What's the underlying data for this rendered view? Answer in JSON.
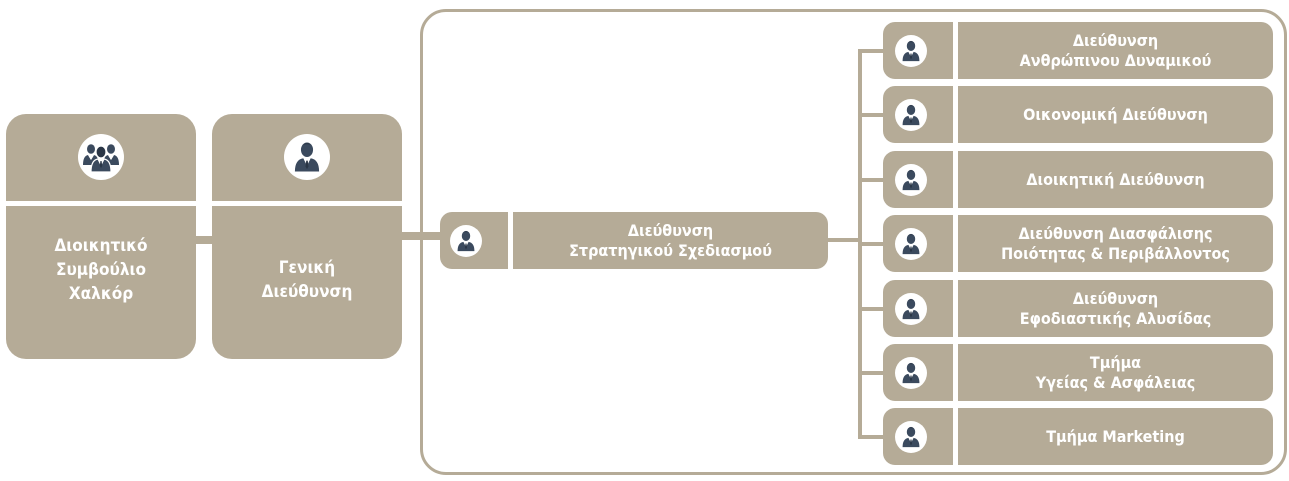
{
  "colors": {
    "accent": "#b5ab97",
    "icon": "#3b4a5e",
    "background": "#ffffff"
  },
  "board": {
    "label": "Διοικητικό\nΣυμβούλιο\nΧαλκόρ",
    "icon": "team-icon"
  },
  "general": {
    "label": "Γενική\nΔιεύθυνση",
    "icon": "person-icon"
  },
  "strategic": {
    "label": "Διεύθυνση\nΣτρατηγικού Σχεδιασμού",
    "icon": "person-icon"
  },
  "departments": [
    {
      "label": "Διεύθυνση\nΑνθρώπινου Δυναμικού",
      "icon": "person-icon"
    },
    {
      "label": "Οικονομική Διεύθυνση",
      "icon": "person-icon"
    },
    {
      "label": "Διοικητική Διεύθυνση",
      "icon": "person-icon"
    },
    {
      "label": "Διεύθυνση Διασφάλισης\nΠοιότητας & Περιβάλλοντος",
      "icon": "person-icon"
    },
    {
      "label": "Διεύθυνση\nΕφοδιαστικής Αλυσίδας",
      "icon": "person-icon"
    },
    {
      "label": "Τμήμα\nΥγείας & Ασφάλειας",
      "icon": "person-icon"
    },
    {
      "label": "Τμήμα Marketing",
      "icon": "person-icon"
    }
  ]
}
